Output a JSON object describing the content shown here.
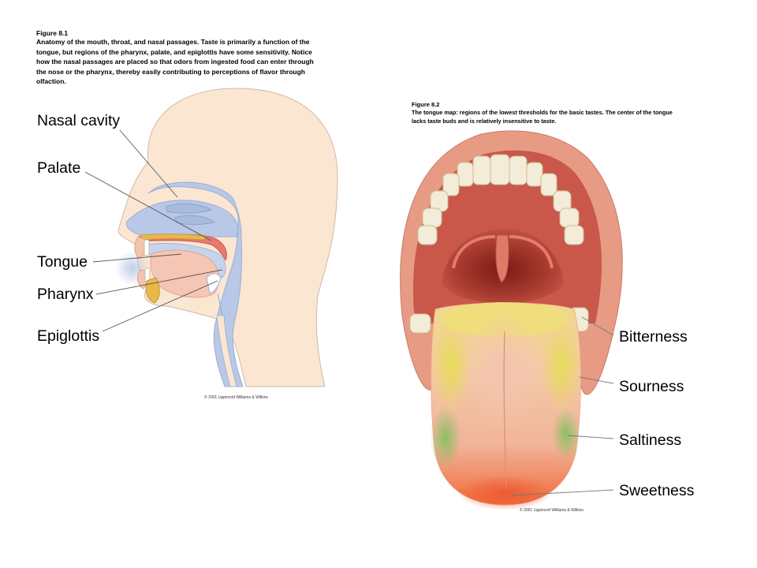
{
  "figure_left": {
    "number": "Figure 8.1",
    "caption_lines": [
      "Anatomy of the mouth, throat, and nasal passages. Taste is primarily a function of the",
      "tongue, but regions of the pharynx, palate, and epiglottis have some sensitivity. Notice",
      "how the nasal passages are placed so that odors from ingested food can enter through",
      "the nose or the pharynx, thereby easily contributing to perceptions of flavor through",
      "olfaction."
    ],
    "labels": {
      "nasal_cavity": "Nasal cavity",
      "palate": "Palate",
      "tongue": "Tongue",
      "pharynx": "Pharynx",
      "epiglottis": "Epiglottis"
    },
    "credit": "© 2001 Lippincott Williams & Wilkins"
  },
  "figure_right": {
    "number": "Figure 8.2",
    "caption_lines": [
      "The tongue map: regions of the lowest thresholds for the basic tastes. The center of the tongue",
      "lacks taste buds and is relatively insensitive to taste."
    ],
    "labels": {
      "bitterness": "Bitterness",
      "sourness": "Sourness",
      "saltiness": "Saltiness",
      "sweetness": "Sweetness"
    },
    "credit": "© 2001 Lippincott Williams & Wilkins"
  },
  "colors": {
    "skin": "#fbe6d2",
    "airway_blue": "#b9c8e6",
    "palate_red": "#e8796e",
    "tongue_pink": "#f6c6b4",
    "lips": "#e79b84",
    "mouth_dark": "#a83a2f",
    "teeth": "#f3ecd8",
    "bitter_yellow": "#e8dc5c",
    "salt_green": "#8fc46a",
    "sweet_orange": "#f06a3a"
  }
}
